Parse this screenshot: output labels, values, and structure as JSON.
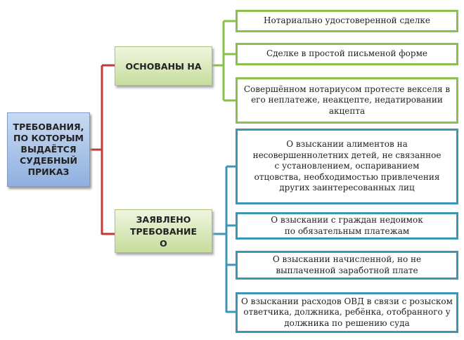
{
  "root": {
    "label": "ТРЕБОВАНИЯ, ПО КОТОРЫМ ВЫДАЁТСЯ СУДЕБНЫЙ ПРИКАЗ"
  },
  "branches": [
    {
      "label": "ОСНОВАНЫ НА",
      "color": "#8cbf4e",
      "items": [
        "Нотариально удостоверенной сделке",
        "Сделке в простой письменой форме",
        "Совершённом нотариусом протесте векселя в его неплатеже, неакцепте, недатировании акцепта"
      ]
    },
    {
      "label": "ЗАЯВЛЕНО ТРЕБОВАНИЕ О",
      "color": "#3d96b4",
      "items": [
        "О взыскании алиментов на несовершеннолетних детей, не связанное с установлением, оспариванием отцовства, необходимостью привлечения других заинтересованных лиц",
        "О взыскании с граждан недоимок по обязательным платежам",
        "О взыскании начисленной, но не выплаченной заработной плате",
        "О взыскании расходов ОВД в связи с розыском ответчика, должника, ребёнка, отобранного у должника по решению суда"
      ]
    }
  ],
  "connector_color": "#c0393b"
}
